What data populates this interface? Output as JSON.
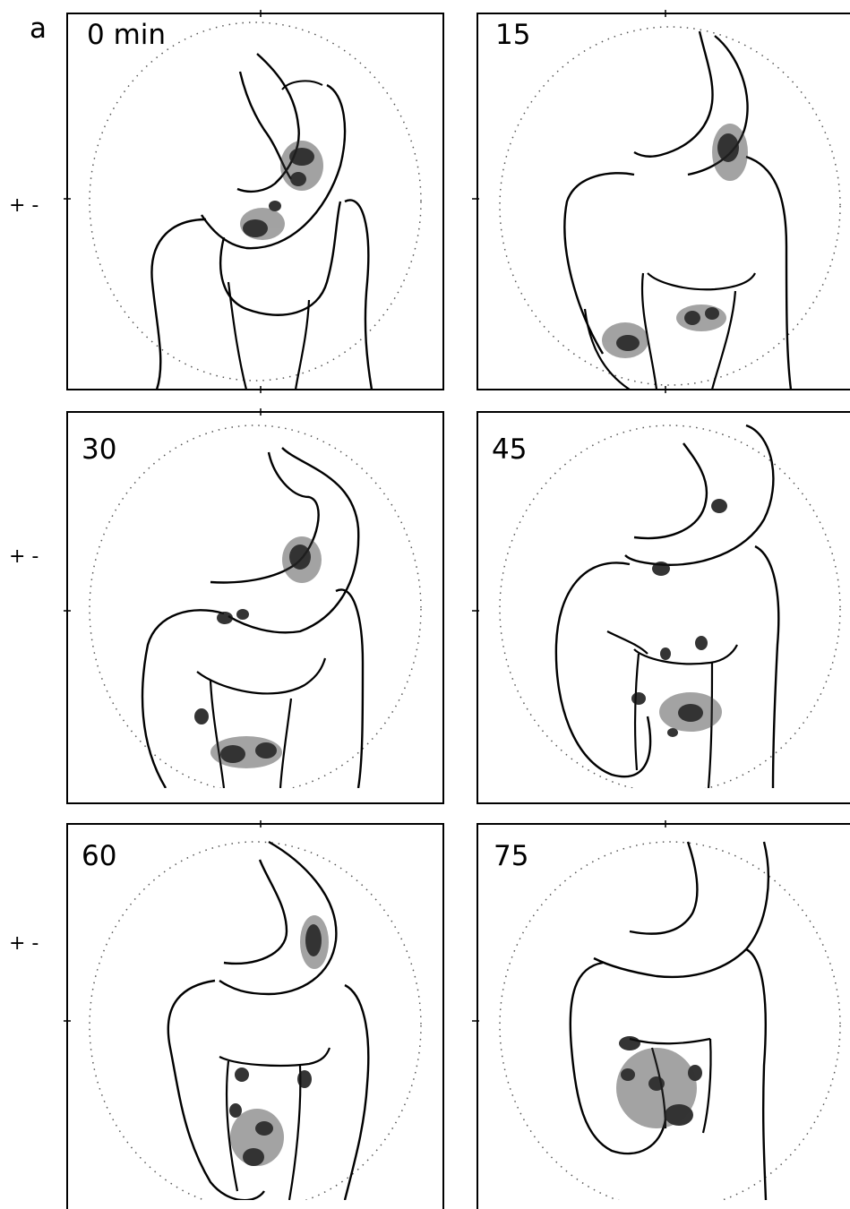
{
  "figure": {
    "letter": "a",
    "panels": [
      {
        "label": "0 min"
      },
      {
        "label": "15"
      },
      {
        "label": "30"
      },
      {
        "label": "45"
      },
      {
        "label": "60"
      },
      {
        "label": "75"
      }
    ],
    "row_markers": [
      "+ -",
      "+ -",
      "+ -"
    ]
  }
}
